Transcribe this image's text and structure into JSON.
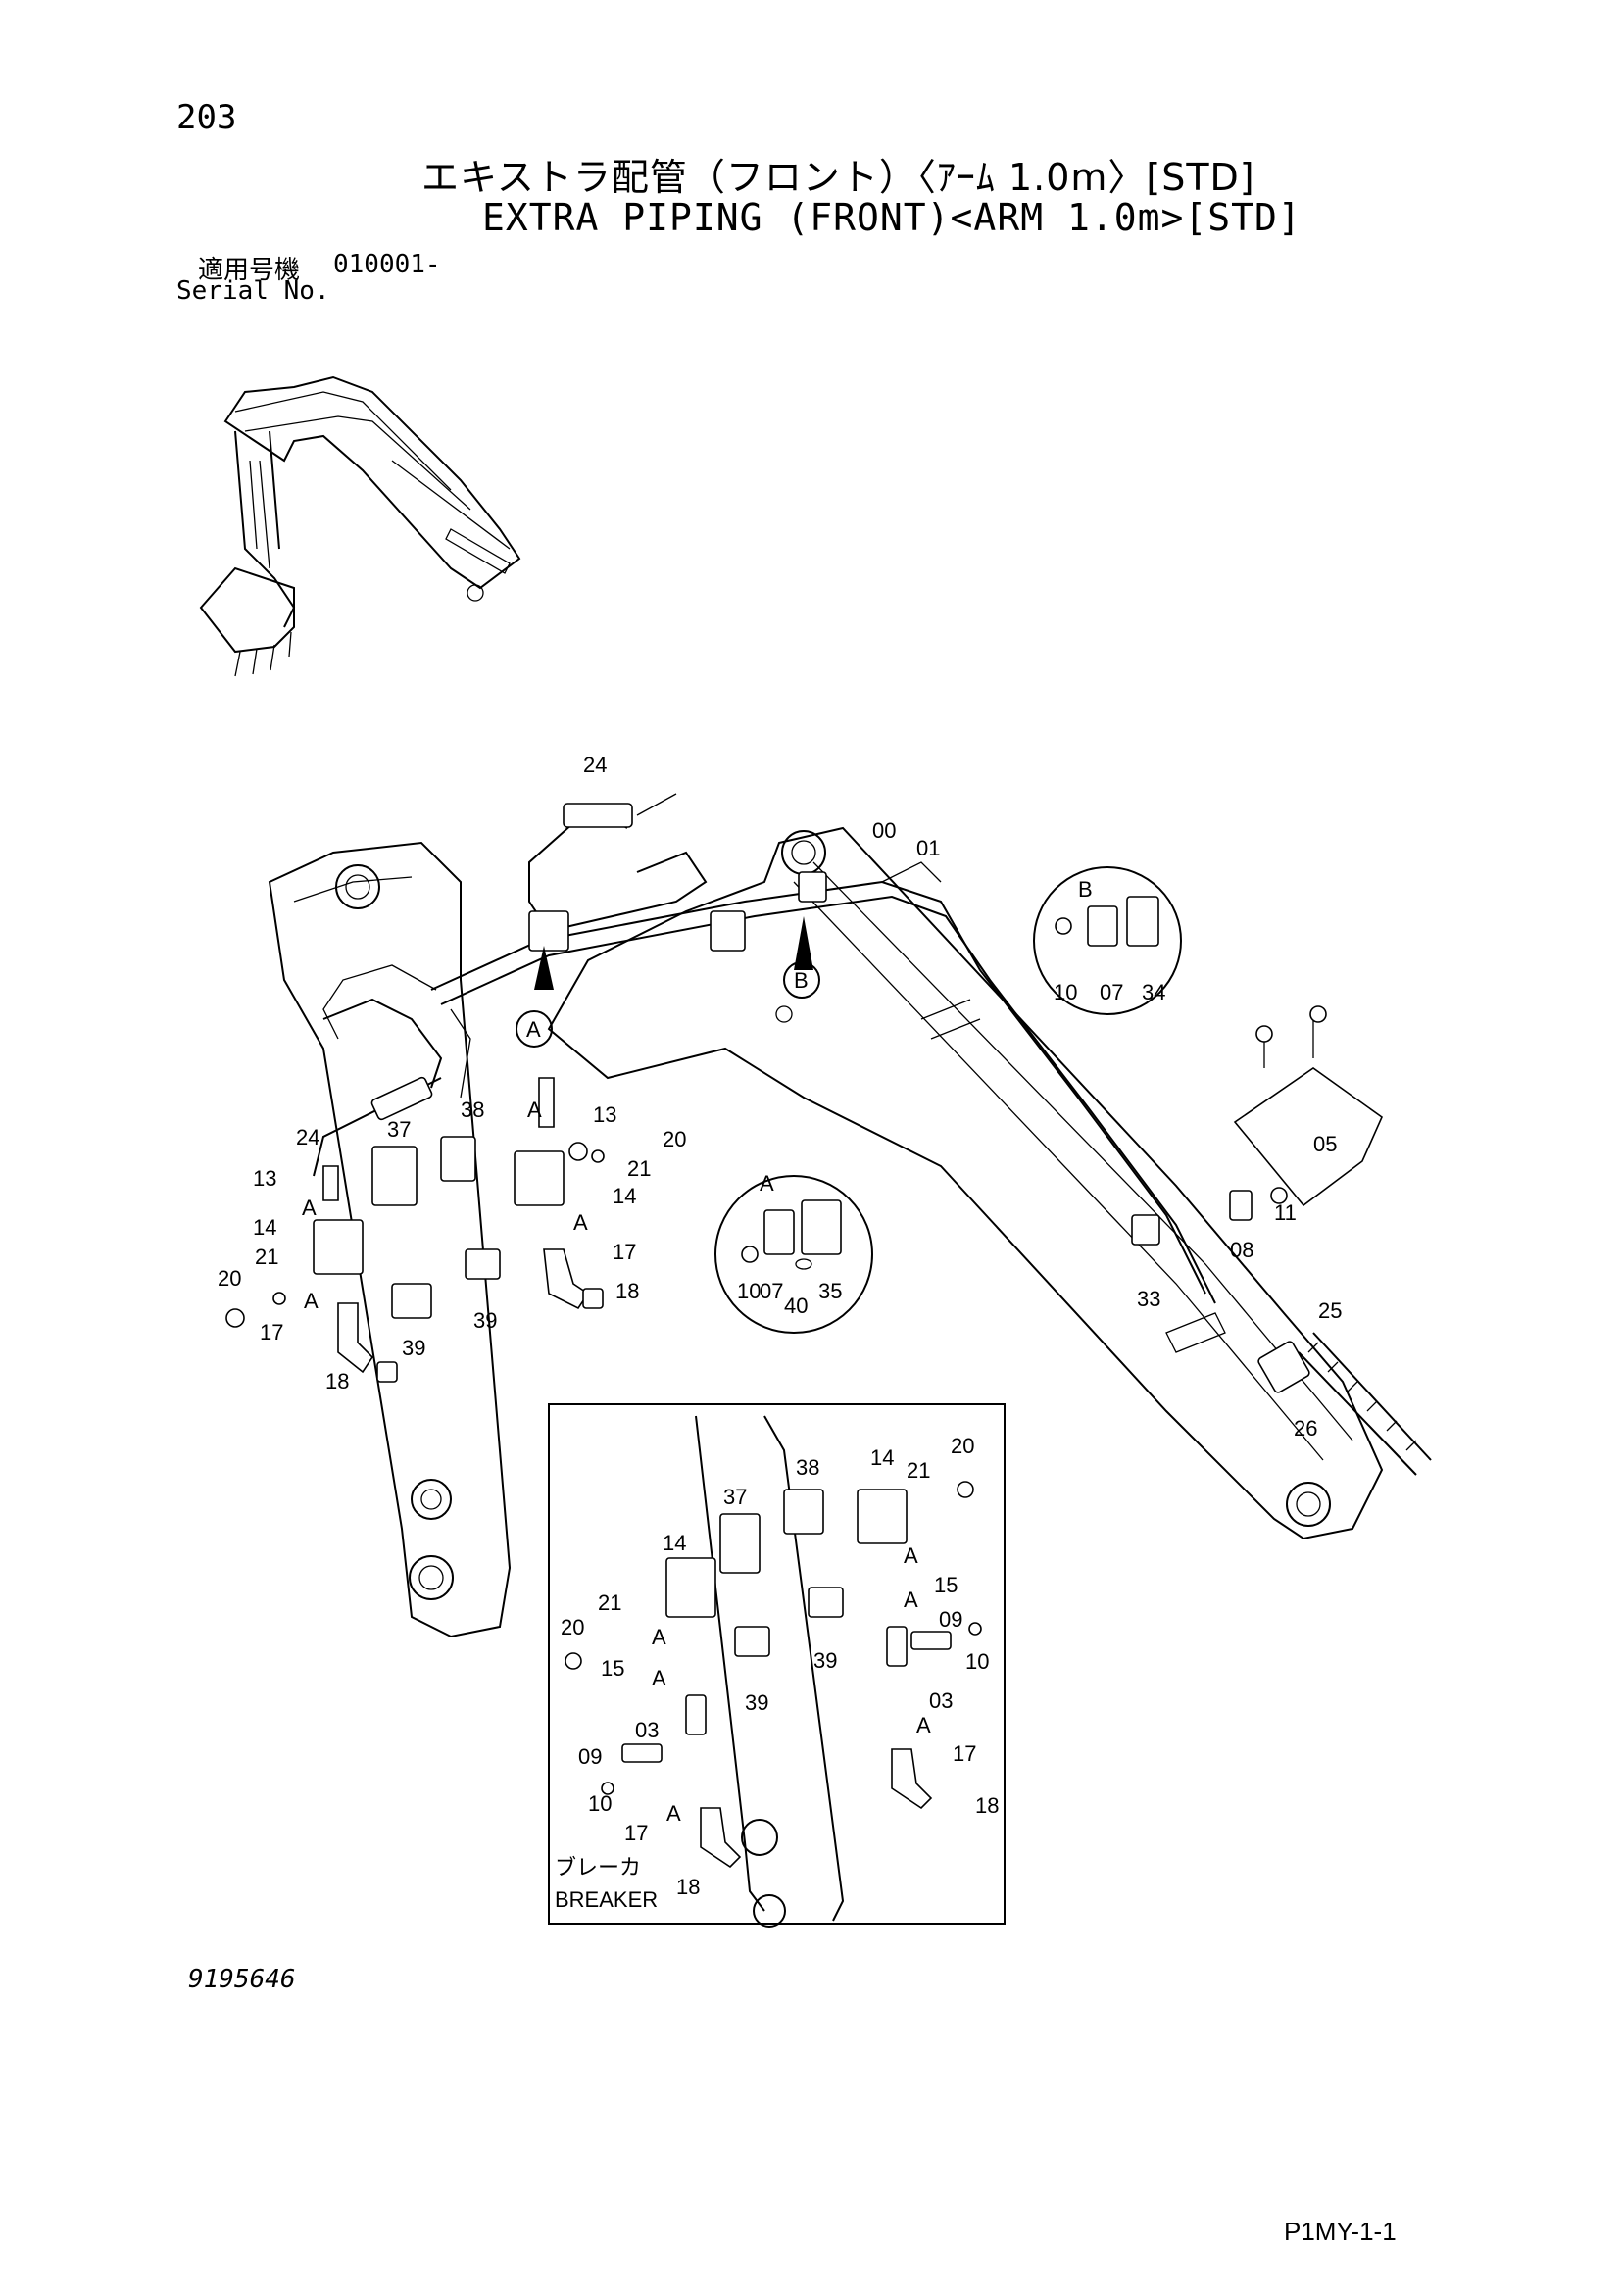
{
  "page": {
    "number": "203",
    "title_jp": "エキストラ配管（フロント）〈ｱｰﾑ 1.0m〉[STD]",
    "title_en": "EXTRA PIPING (FRONT)<ARM 1.0m>[STD]",
    "serial_label_jp": "適用号機",
    "serial_value": "010001-",
    "serial_label_en": "Serial No.",
    "drawing_number": "9195646",
    "page_reference": "P1MY-1-1"
  },
  "diagram": {
    "main_callouts": [
      "24",
      "00",
      "01",
      "B",
      "10",
      "07",
      "34",
      "05",
      "11",
      "08",
      "13",
      "20",
      "21",
      "14",
      "17",
      "18",
      "37",
      "38",
      "39",
      "A",
      "40",
      "35",
      "33",
      "25",
      "26"
    ],
    "view_labels": [
      "A",
      "B"
    ],
    "detail_a_callouts": [
      "10",
      "07",
      "35",
      "40"
    ],
    "detail_b_callouts": [
      "10",
      "07",
      "34"
    ],
    "breaker_inset": {
      "label_jp": "ブレーカ",
      "label_en": "BREAKER",
      "callouts": [
        "38",
        "14",
        "21",
        "20",
        "37",
        "15",
        "09",
        "10",
        "39",
        "03",
        "17",
        "18",
        "A"
      ]
    }
  }
}
